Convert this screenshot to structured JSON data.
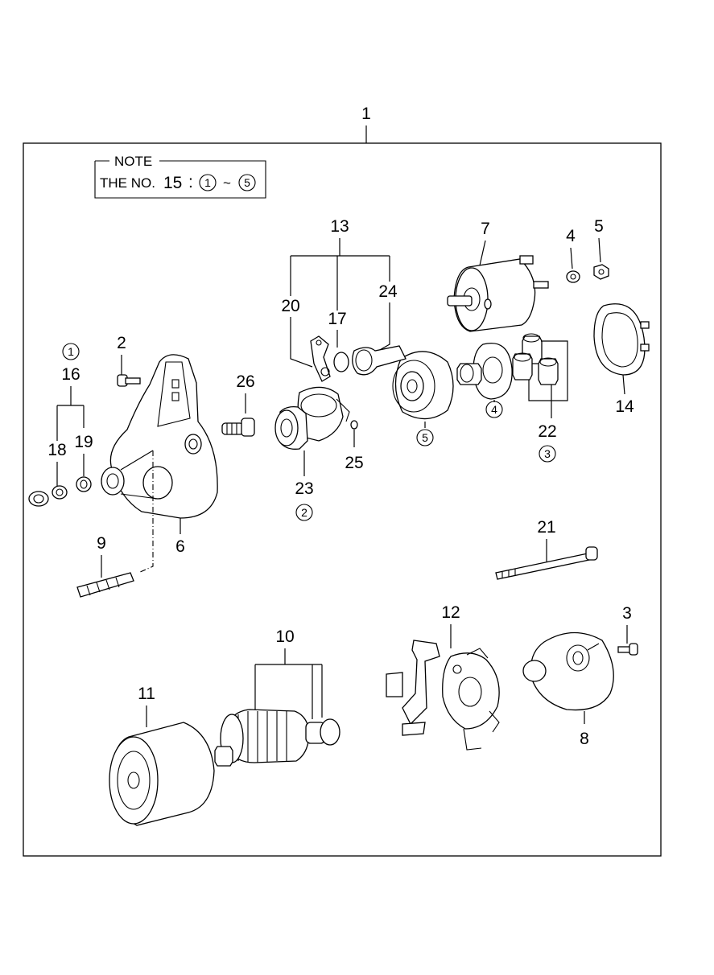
{
  "note": {
    "title": "NOTE",
    "text_prefix": "THE NO.",
    "part_number": "15",
    "separator": ":",
    "range_start": "1",
    "range_tilde": "~",
    "range_end": "5"
  },
  "callouts": {
    "c1": "1",
    "c2": "2",
    "c3": "3",
    "c4": "4",
    "c5": "5",
    "c6": "6",
    "c7": "7",
    "c8": "8",
    "c9": "9",
    "c10": "10",
    "c11": "11",
    "c12": "12",
    "c13": "13",
    "c14": "14",
    "c16": "16",
    "c17": "17",
    "c18": "18",
    "c19": "19",
    "c20": "20",
    "c21": "21",
    "c22": "22",
    "c23": "23",
    "c24": "24",
    "c25": "25",
    "c26": "26"
  },
  "circled": {
    "k1": "1",
    "k2": "2",
    "k3": "3",
    "k4": "4",
    "k5": "5"
  }
}
